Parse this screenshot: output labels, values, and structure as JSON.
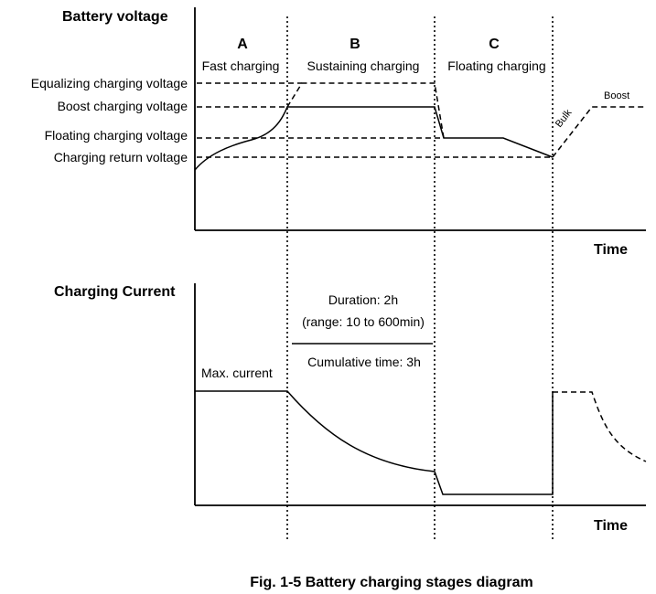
{
  "voltage_chart": {
    "y_axis_title": "Battery voltage",
    "x_axis_title": "Time",
    "levels": {
      "equalizing": "Equalizing charging voltage",
      "boost": "Boost charging voltage",
      "floating": "Floating charging voltage",
      "return": "Charging return voltage"
    },
    "stages": [
      {
        "letter": "A",
        "name": "Fast charging"
      },
      {
        "letter": "B",
        "name": "Sustaining charging"
      },
      {
        "letter": "C",
        "name": "Floating charging"
      }
    ],
    "annotations": {
      "bulk": "Bulk",
      "boost": "Boost"
    }
  },
  "current_chart": {
    "y_axis_title": "Charging Current",
    "x_axis_title": "Time",
    "max_current": "Max. current",
    "duration": "Duration: 2h",
    "range": "(range: 10 to 600min)",
    "cumulative": "Cumulative time: 3h"
  },
  "caption": "Fig. 1-5 Battery charging stages diagram"
}
